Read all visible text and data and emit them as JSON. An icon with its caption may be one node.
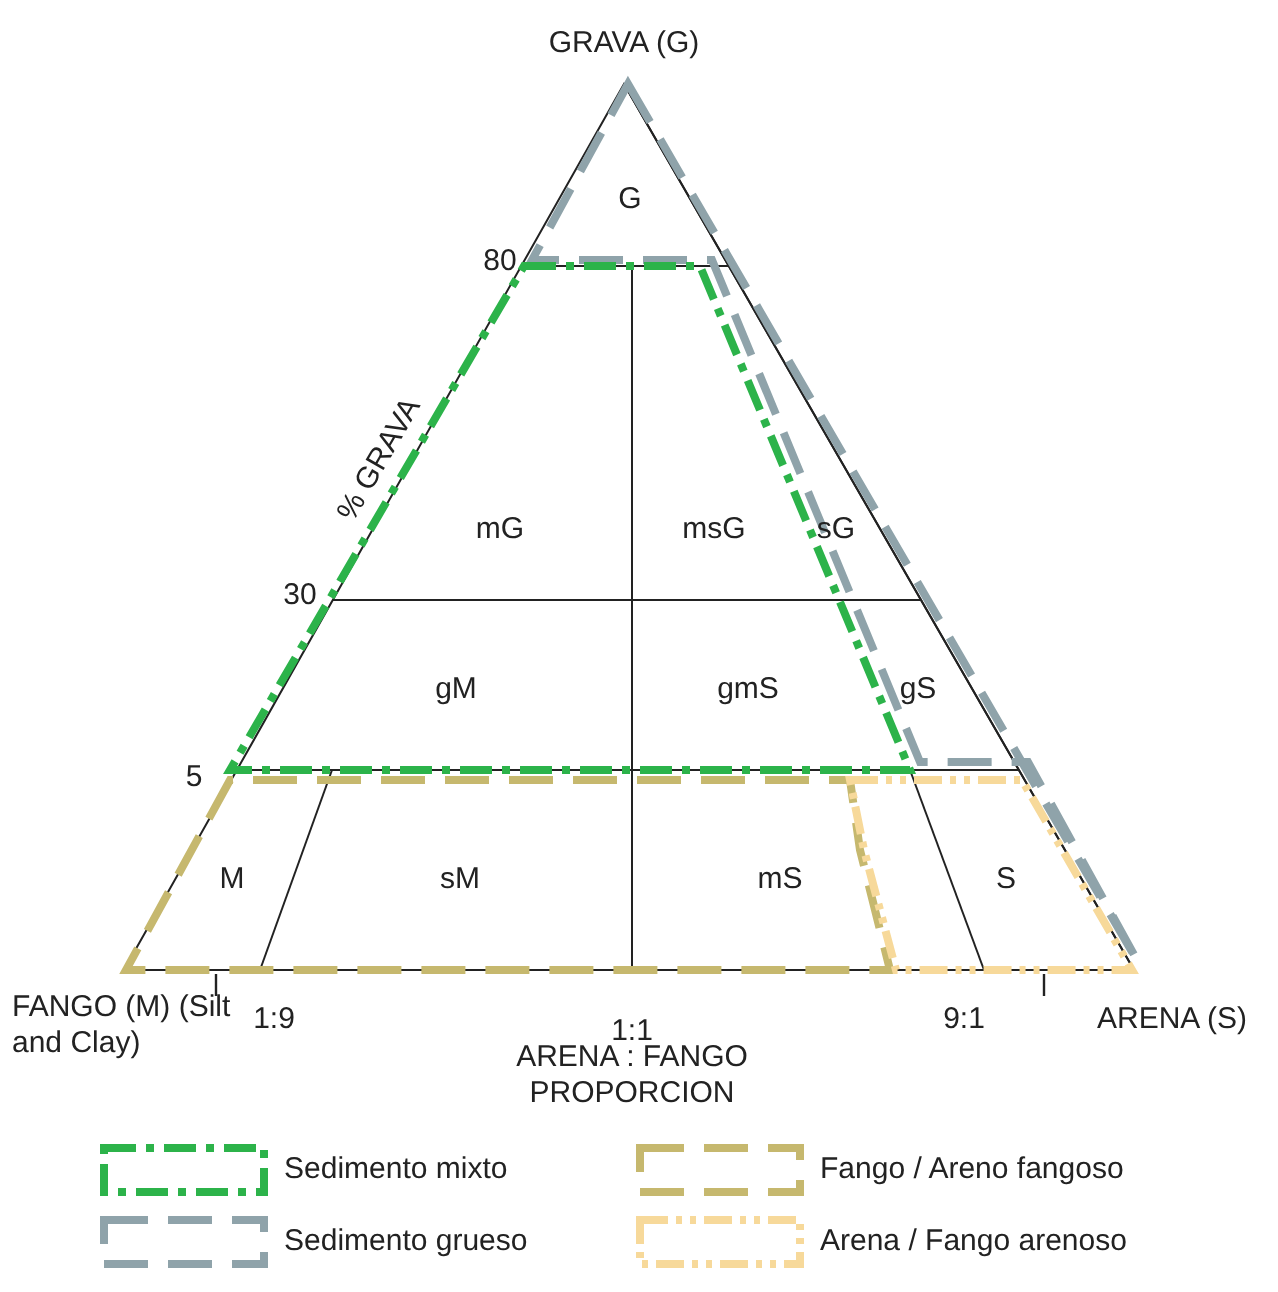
{
  "diagram": {
    "labels": [
      "GRAVA (G)",
      "G",
      "80",
      "% GRAVA",
      "mG",
      "msG",
      "sG",
      "30",
      "gM",
      "gmS",
      "gS",
      "5",
      "M",
      "sM",
      "mS",
      "S",
      "FANGO (M) (Silt and Clay)",
      "1:9",
      "1:1",
      "9:1",
      "ARENA (S)",
      "ARENA : FANGO PROPORCION"
    ],
    "legend": [
      {
        "text": "Sedimento mixto"
      },
      {
        "text": "Fango / Areno fangoso"
      },
      {
        "text": "Sedimento grueso"
      },
      {
        "text": "Arena / Fango arenoso"
      }
    ]
  }
}
